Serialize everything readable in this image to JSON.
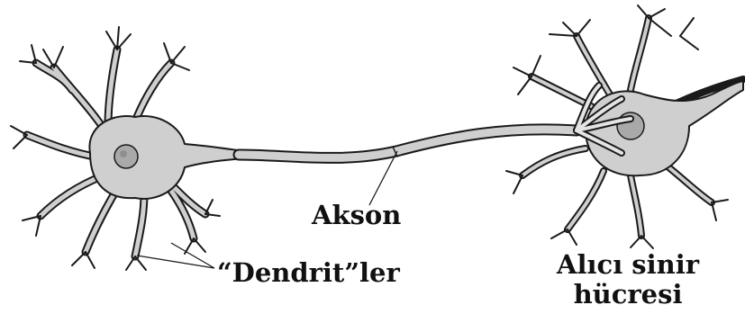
{
  "labels": {
    "axon": "Akson",
    "dendrites": "“Dendrit”ler",
    "receiver_line1": "Alıcı sinir",
    "receiver_line2": "hücresi"
  },
  "colors": {
    "cell_fill": "#cfcfcf",
    "cell_outline": "#1a1a1a",
    "nucleus_fill": "#a9a9a9",
    "label_text": "#111111"
  }
}
